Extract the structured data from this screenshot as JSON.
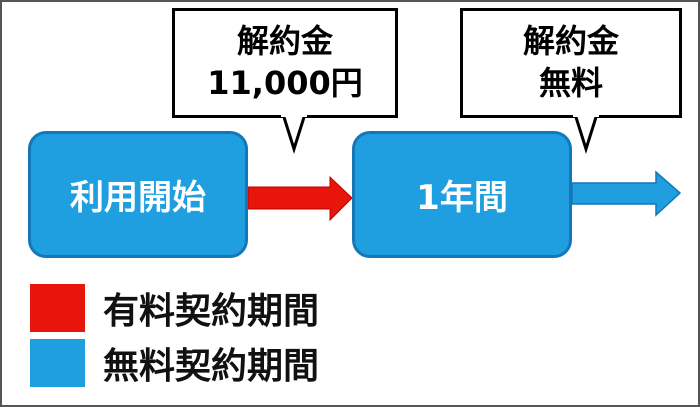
{
  "boxes": [
    {
      "label": "利用開始"
    },
    {
      "label": "1年間"
    }
  ],
  "callouts": [
    {
      "line1": "解約金",
      "line2": "11,000円"
    },
    {
      "line1": "解約金",
      "line2": "無料"
    }
  ],
  "legend": [
    {
      "label": "有料契約期間",
      "color": "#e8150b"
    },
    {
      "label": "無料契約期間",
      "color": "#1f9ee0"
    }
  ],
  "colors": {
    "paid": "#e8150b",
    "free": "#1f9ee0"
  }
}
